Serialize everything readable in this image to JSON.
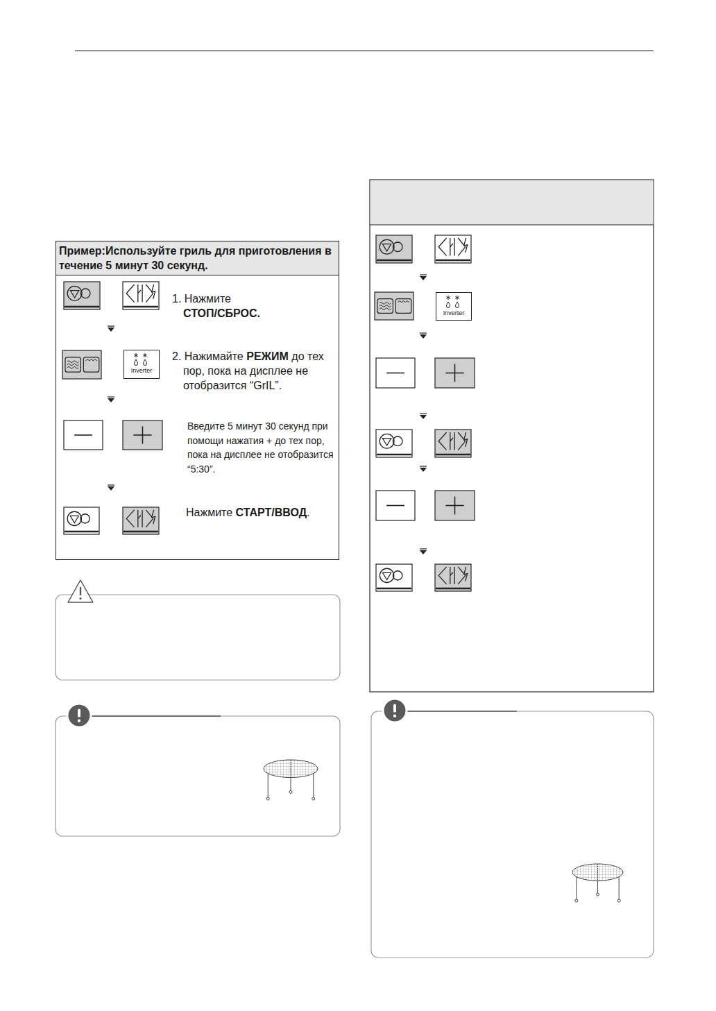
{
  "diagram": {
    "nodes": [
      {
        "text": [
          "Пример:Используйте гриль для приготовления в течение 5 минут 30 секунд."
        ]
      },
      {
        "text": [
          "Inverter"
        ],
        "in": 0
      },
      {
        "text": [
          "Inverter"
        ]
      }
    ],
    "labels": [
      "1. Нажмите",
      "СТОП/СБРОС.",
      "2. Нажимайте",
      "РЕЖИМ",
      "до тех пор, пока на дисплее не отобразится “GrIL”.",
      "Введите 5 минут 30 секунд при помощи нажатия + до тех пор, пока на дисплее не отобразится “5:30”.",
      "Нажмите",
      "СТАРТ/ВВОД",
      "."
    ]
  }
}
